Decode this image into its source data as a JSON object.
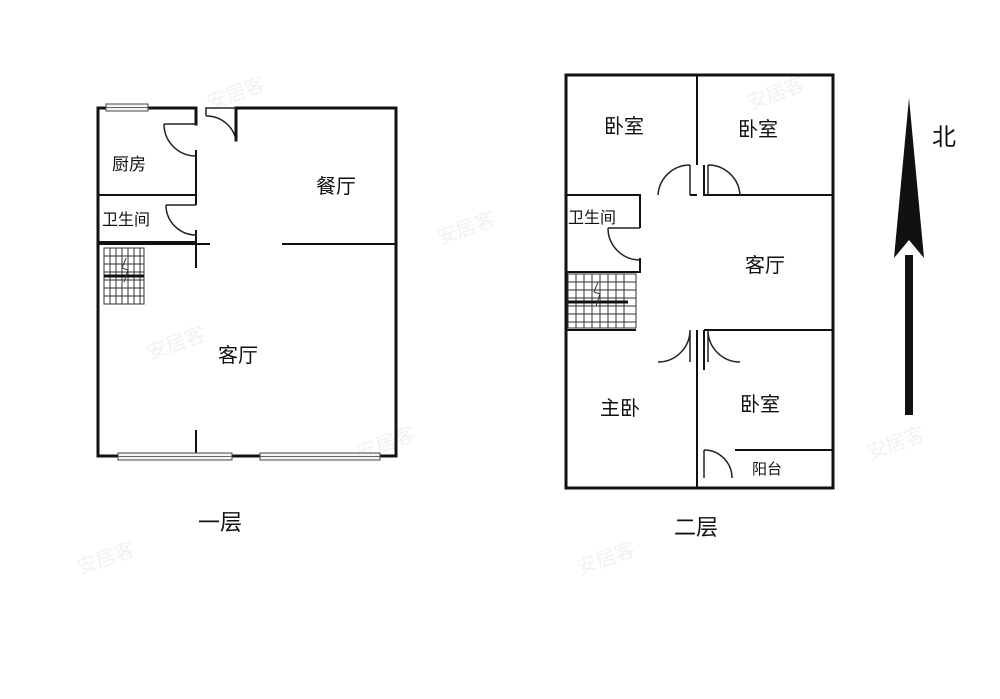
{
  "floors": [
    {
      "caption": "一层",
      "rooms": {
        "kitchen": "厨房",
        "dining": "餐厅",
        "bathroom": "卫生间",
        "living": "客厅"
      }
    },
    {
      "caption": "二层",
      "rooms": {
        "bedroom_nw": "卧室",
        "bedroom_ne": "卧室",
        "bathroom": "卫生间",
        "living": "客厅",
        "master_bedroom": "主卧",
        "bedroom_se": "卧室",
        "balcony": "阳台"
      }
    }
  ],
  "compass": {
    "label": "北",
    "icon": "north-arrow-icon"
  },
  "watermark": "安居客",
  "colors": {
    "wall": "#111111",
    "background": "#ffffff"
  }
}
